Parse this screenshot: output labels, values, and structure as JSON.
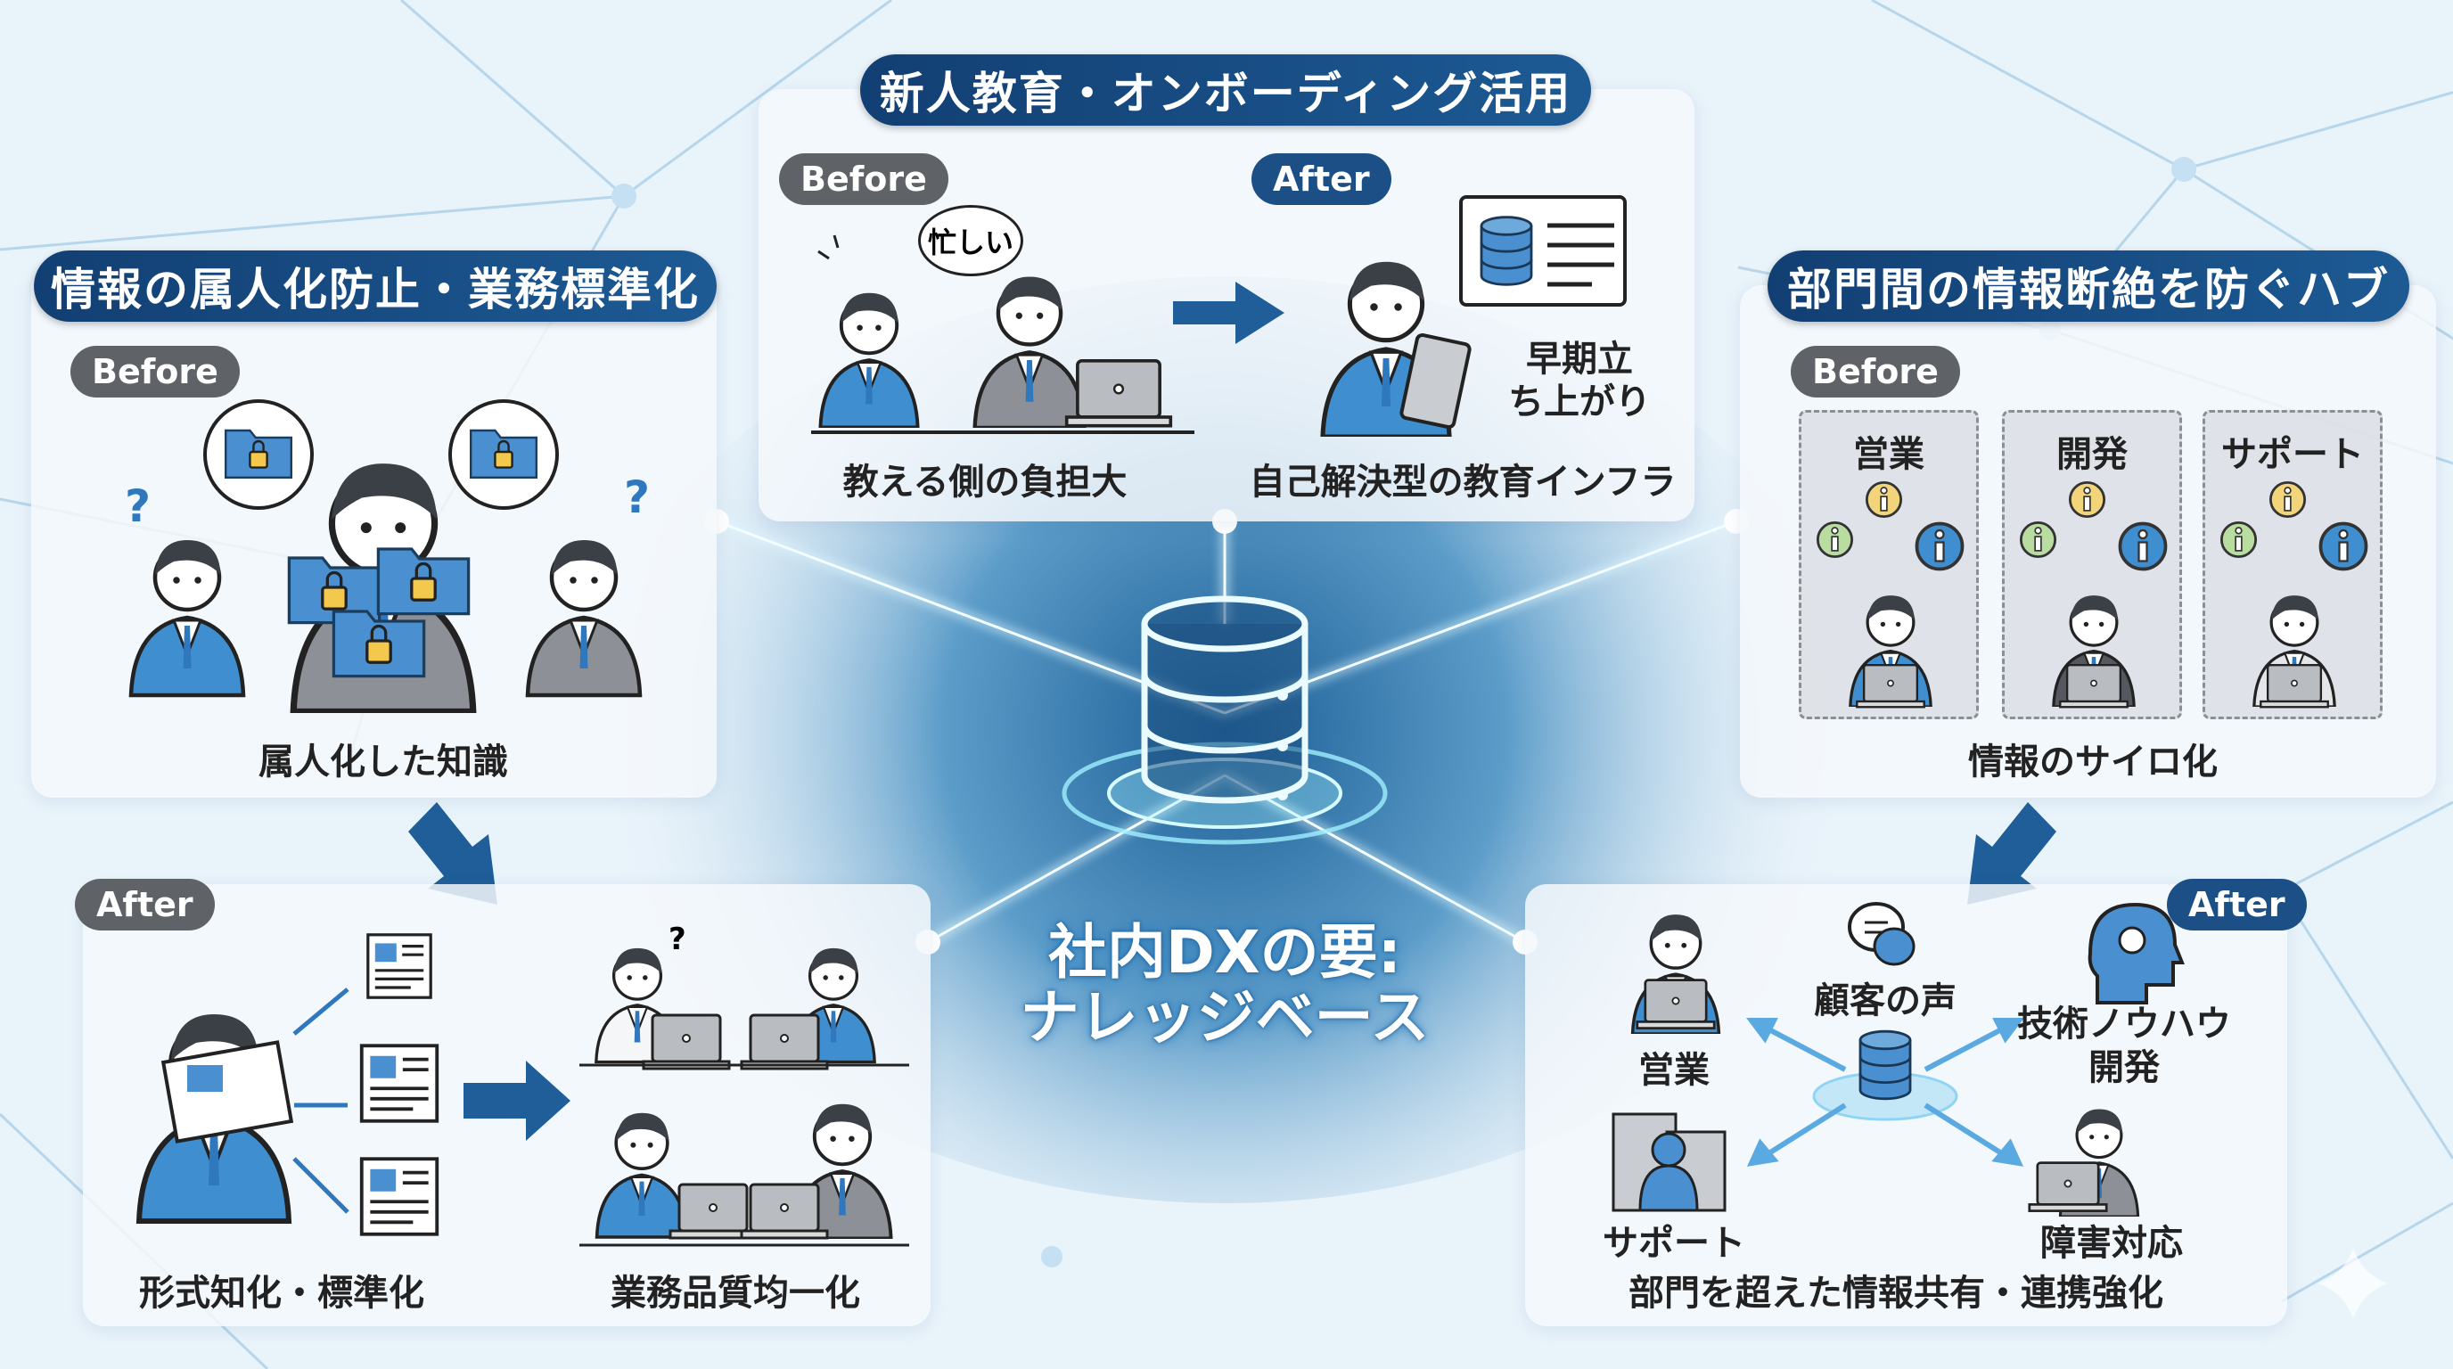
{
  "center": {
    "title_line1": "社内DXの要:",
    "title_line2": "ナレッジベース",
    "icon": "database-icon"
  },
  "onboarding": {
    "title": "新人教育・オンボーディング活用",
    "before_badge": "Before",
    "after_badge": "After",
    "speech": "忙しい",
    "before_caption": "教える側の負担大",
    "after_note": [
      "早期立",
      "ち上がり"
    ],
    "after_caption": "自己解決型の教育インフラ"
  },
  "standardization": {
    "title": "情報の属人化防止・業務標準化",
    "before_badge": "Before",
    "before_caption": "属人化した知識",
    "after_badge": "After",
    "after_caption_left": "形式知化・標準化",
    "after_caption_right": "業務品質均一化"
  },
  "hub": {
    "title": "部門間の情報断絶を防ぐハブ",
    "before_badge": "Before",
    "silos": [
      "営業",
      "開発",
      "サポート"
    ],
    "before_caption": "情報のサイロ化",
    "after_badge": "After",
    "nodes": {
      "sales": "営業",
      "voice": "顧客の声",
      "knowhow": "技術ノウハウ",
      "dev": "開発",
      "support": "サポート",
      "incident": "障害対応"
    },
    "after_caption": "部門を超えた情報共有・連携強化"
  },
  "colors": {
    "navy": "#123f73",
    "blue": "#3f8fd0",
    "gray_badge": "#5f6368",
    "glow": "#7fe0ff"
  }
}
